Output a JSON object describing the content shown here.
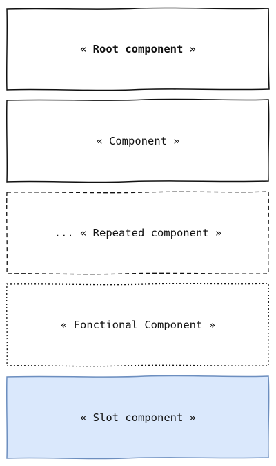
{
  "boxes": {
    "root": {
      "label": "« Root component »",
      "fill": "#ffffff",
      "stroke": "#111111",
      "border": "solid"
    },
    "component": {
      "label": "« Component »",
      "fill": "#ffffff",
      "stroke": "#111111",
      "border": "solid"
    },
    "repeated": {
      "label": "... « Repeated component »",
      "fill": "#ffffff",
      "stroke": "#111111",
      "border": "dashed"
    },
    "functional": {
      "label": "« Fonctional Component »",
      "fill": "#ffffff",
      "stroke": "#111111",
      "border": "dotted"
    },
    "slot": {
      "label": "« Slot component »",
      "fill": "#dae8fc",
      "stroke": "#6c8ebf",
      "border": "solid"
    }
  }
}
